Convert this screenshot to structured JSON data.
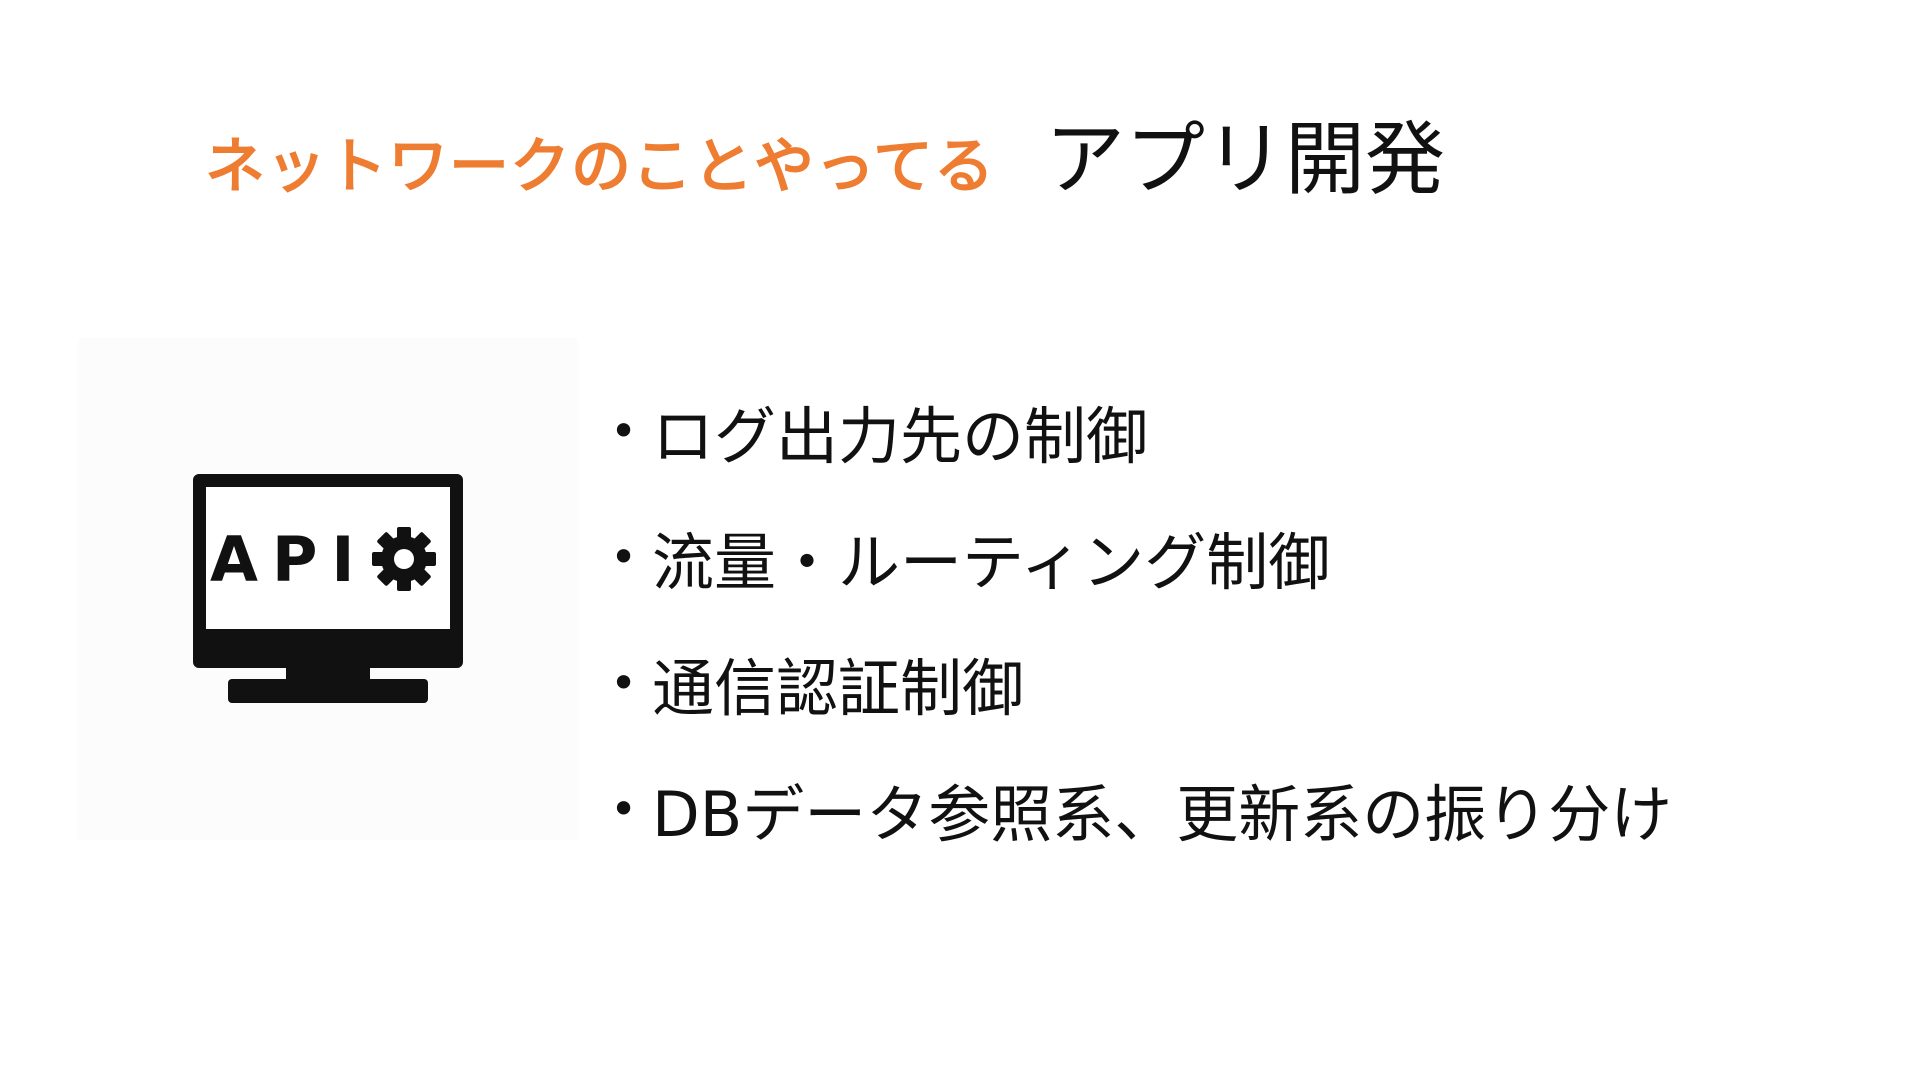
{
  "title": {
    "accent": "ネットワークのことやってる",
    "main": "アプリ開発"
  },
  "icon": {
    "name": "api-monitor-icon",
    "label": "API",
    "color": "#111111"
  },
  "bullets": [
    "ログ出力先の制御",
    "流量・ルーティング制御",
    "通信認証制御",
    "DBデータ参照系、更新系の振り分け"
  ],
  "colors": {
    "accent": "#ee7d32",
    "text": "#111111",
    "background": "#ffffff"
  }
}
